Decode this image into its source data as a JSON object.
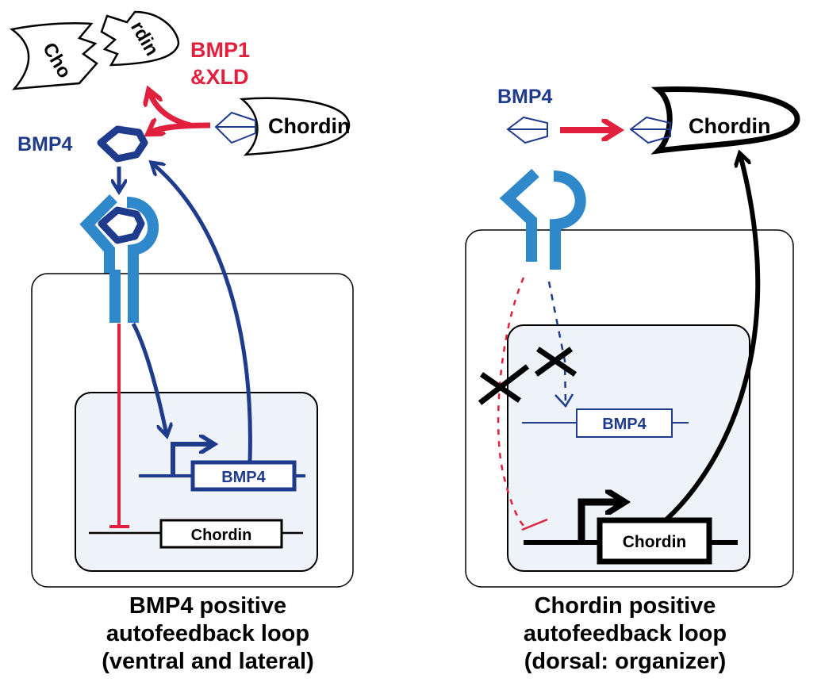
{
  "colors": {
    "navy": "#1f3b8c",
    "receptor": "#2f88c9",
    "red": "#e0203c",
    "black": "#000000",
    "nucleus": "#eef3f9"
  },
  "left": {
    "cleaved_fragment_1": "Cho",
    "cleaved_fragment_2": "rdin",
    "protease_line1": "BMP1",
    "protease_line2": "&XLD",
    "complex_label": "Chordin",
    "ligand_label": "BMP4",
    "gene_bmp4": "BMP4",
    "gene_chordin": "Chordin",
    "caption": [
      "BMP4 positive",
      "autofeedback loop",
      "(ventral and lateral)"
    ]
  },
  "right": {
    "ligand_label": "BMP4",
    "complex_label": "Chordin",
    "gene_bmp4": "BMP4",
    "gene_chordin": "Chordin",
    "caption": [
      "Chordin positive",
      "autofeedback loop",
      "(dorsal: organizer)"
    ]
  }
}
